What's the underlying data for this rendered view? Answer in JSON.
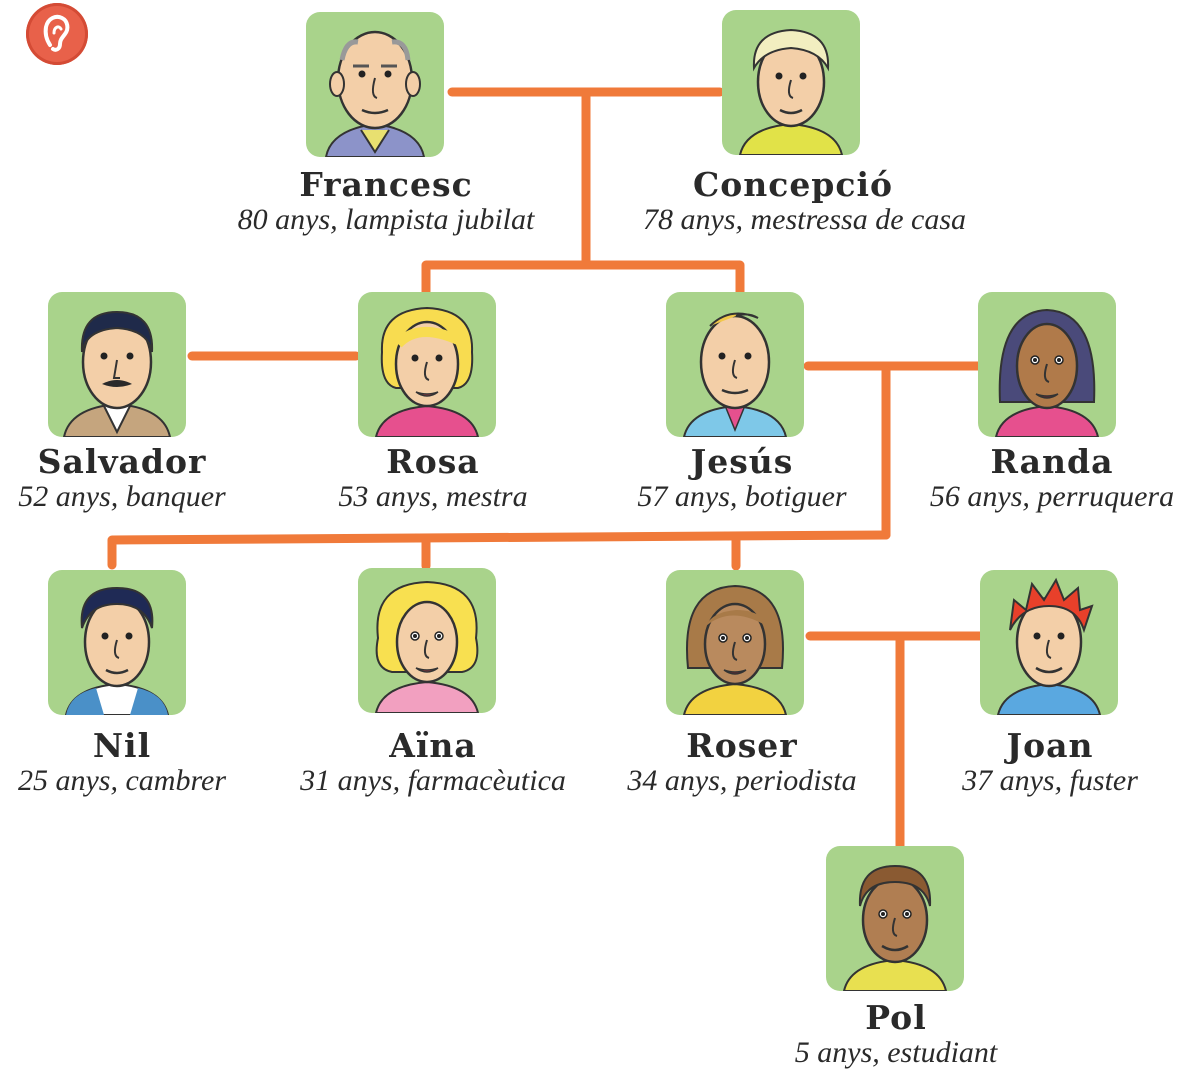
{
  "icons": {
    "listen": "ear-icon"
  },
  "colors": {
    "connector": "#f07a3a",
    "portrait_bg": "#a9d38b",
    "badge": "#e8614a"
  },
  "people": {
    "francesc": {
      "name": "Francesc",
      "desc": "80 anys, lampista jubilat"
    },
    "concepcio": {
      "name": "Concepció",
      "desc": "78 anys, mestressa de casa"
    },
    "salvador": {
      "name": "Salvador",
      "desc": "52 anys, banquer"
    },
    "rosa": {
      "name": "Rosa",
      "desc": "53 anys, mestra"
    },
    "jesus": {
      "name": "Jesús",
      "desc": "57 anys, botiguer"
    },
    "randa": {
      "name": "Randa",
      "desc": "56 anys, perruquera"
    },
    "nil": {
      "name": "Nil",
      "desc": "25 anys, cambrer"
    },
    "aina": {
      "name": "Aïna",
      "desc": "31 anys, farmacèutica"
    },
    "roser": {
      "name": "Roser",
      "desc": "34 anys, periodista"
    },
    "joan": {
      "name": "Joan",
      "desc": "37 anys, fuster"
    },
    "pol": {
      "name": "Pol",
      "desc": "5 anys, estudiant"
    }
  }
}
